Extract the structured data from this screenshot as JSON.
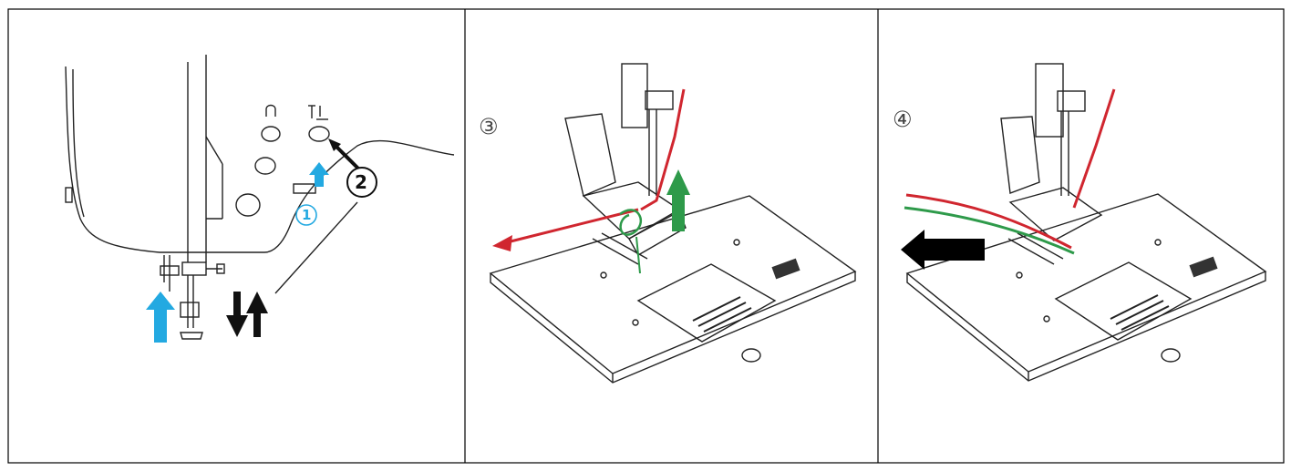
{
  "panels": [
    {
      "callouts": [
        "1",
        "2"
      ]
    },
    {
      "step": "③"
    },
    {
      "step": "④"
    }
  ],
  "colors": {
    "upper_thread": "#d0262f",
    "bobbin_thread": "#2e9a4a",
    "presser_arrow": "#23a9e1",
    "needle_arrows": "#111111",
    "direction_arrow": "#000000",
    "outline": "#222222"
  },
  "icons": [
    "presser-foot-lever-icon",
    "needle-position-icon",
    "blue-up-arrow-icon",
    "up-down-arrows-icon",
    "green-up-arrow-icon",
    "red-pull-arrow-icon",
    "black-left-arrow-icon"
  ]
}
